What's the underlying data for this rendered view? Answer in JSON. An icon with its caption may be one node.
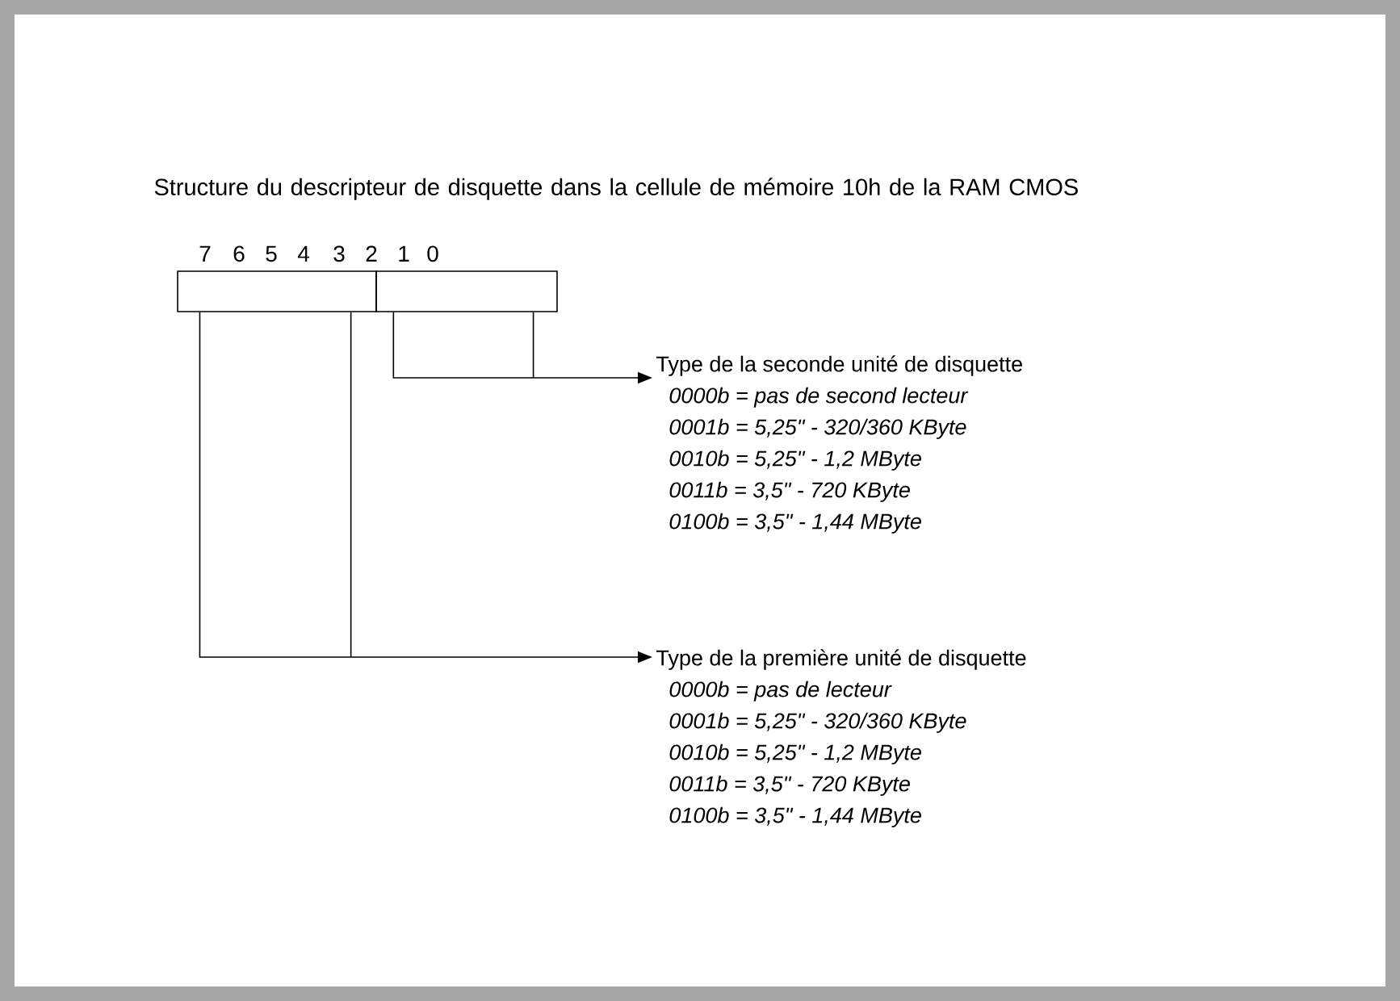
{
  "diagram": {
    "title": "Structure du descripteur de disquette dans la cellule de mémoire 10h de la RAM CMOS",
    "nodes": [
      {
        "text": [],
        "shape": "box"
      },
      {
        "text": [],
        "shape": "box"
      },
      {
        "text": [
          "Type de la seconde unité de disquette",
          "0000b = pas de second lecteur",
          "0001b = 5,25\" - 320/360 KByte",
          "0010b = 5,25\" - 1,2 MByte",
          "0011b = 3,5\" - 720 KByte",
          "0100b = 3,5\" - 1,44 MByte"
        ]
      },
      {
        "text": [
          "Type de la première unité de disquette",
          "0000b = pas de lecteur",
          "0001b = 5,25\" - 320/360 KByte",
          "0010b = 5,25\" - 1,2 MByte",
          "0011b = 3,5\" - 720 KByte",
          "0100b = 3,5\" - 1,44 MByte"
        ]
      }
    ],
    "edges": [
      {
        "from": 1,
        "to": 2,
        "arrow": "to"
      },
      {
        "from": 0,
        "to": 3,
        "arrow": "to"
      }
    ],
    "labels": [
      "7",
      "6",
      "5",
      "4",
      "3",
      "2",
      "1",
      "0"
    ]
  }
}
